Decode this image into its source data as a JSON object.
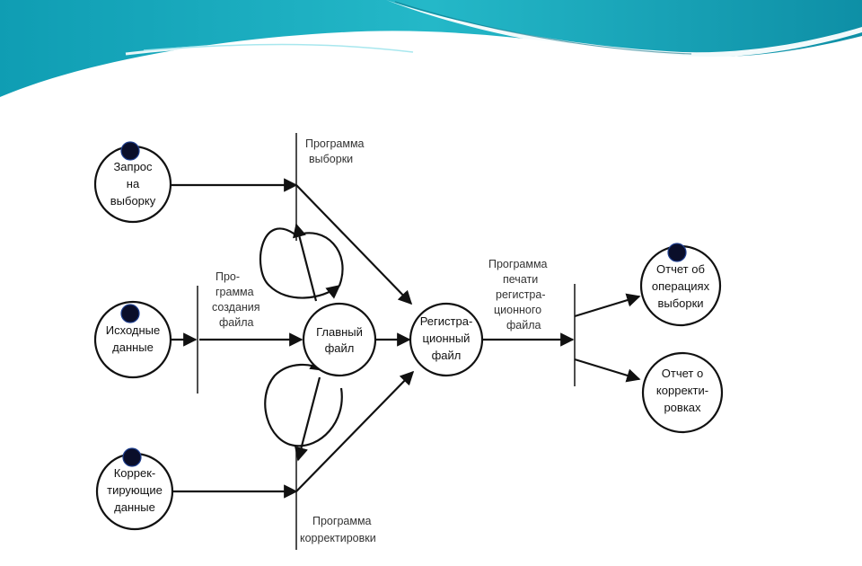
{
  "colors": {
    "header_teal": "#1fb4c4",
    "header_dark": "#0e8fa6",
    "header_light": "#7fd9e3",
    "line": "#111111",
    "marker_dot": "#0a0e2a"
  },
  "nodes": {
    "query": [
      "Запрос",
      "на",
      "выборку"
    ],
    "source": [
      "Исходные",
      "данные"
    ],
    "correcting": [
      "Коррек-",
      "тирующие",
      "данные"
    ],
    "main_file": [
      "Главный",
      "файл"
    ],
    "reg_file": [
      "Регистра-",
      "ционный",
      "файл"
    ],
    "report_selection": [
      "Отчет об",
      "операциях",
      "выборки"
    ],
    "report_corrections": [
      "Отчет о",
      "корректи-",
      "ровках"
    ]
  },
  "labels": {
    "prog_selection": [
      "Программа",
      "выборки"
    ],
    "prog_create": [
      "Про-",
      "грамма",
      "создания",
      "файла"
    ],
    "prog_print": [
      "Программа",
      "печати",
      "регистра-",
      "ционного",
      "файла"
    ],
    "prog_correction": [
      "Программа",
      "корректировки"
    ]
  }
}
